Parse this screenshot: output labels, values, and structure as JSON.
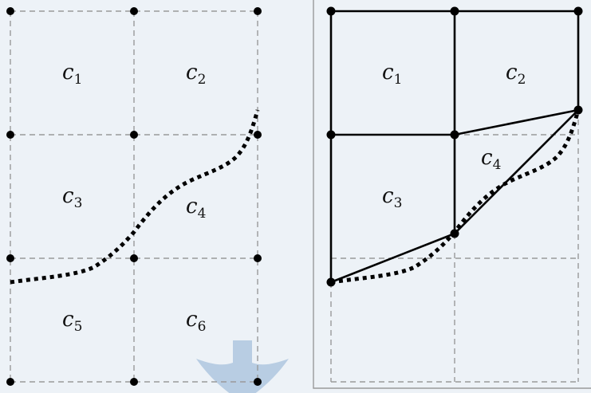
{
  "colors": {
    "background": "#edf2f7",
    "grid_dashed": "#9a9a9a",
    "ink": "#000000",
    "arrow": "#b8cde3",
    "panel_border": "#9a9a9a"
  },
  "left_panel": {
    "cells": [
      {
        "name": "c1",
        "base": "c",
        "sub": "1"
      },
      {
        "name": "c2",
        "base": "c",
        "sub": "2"
      },
      {
        "name": "c3",
        "base": "c",
        "sub": "3"
      },
      {
        "name": "c4",
        "base": "c",
        "sub": "4"
      },
      {
        "name": "c5",
        "base": "c",
        "sub": "5"
      },
      {
        "name": "c6",
        "base": "c",
        "sub": "6"
      }
    ]
  },
  "right_panel": {
    "cells": [
      {
        "name": "c1",
        "base": "c",
        "sub": "1"
      },
      {
        "name": "c2",
        "base": "c",
        "sub": "2"
      },
      {
        "name": "c3",
        "base": "c",
        "sub": "3"
      },
      {
        "name": "c4",
        "base": "c",
        "sub": "4"
      }
    ]
  }
}
